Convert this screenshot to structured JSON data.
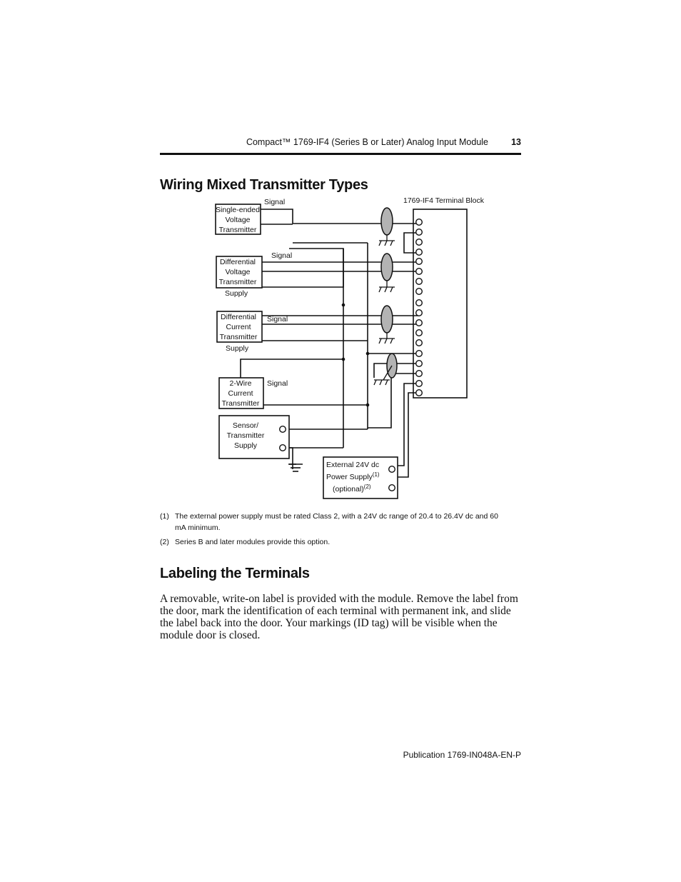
{
  "header": {
    "running_title": "Compact™ 1769-IF4 (Series B or Later) Analog Input Module",
    "page_number": "13"
  },
  "section1": {
    "title": "Wiring Mixed Transmitter Types"
  },
  "diagram": {
    "terminal_block_label": "1769-IF4 Terminal Block",
    "single_ended": [
      "Single-ended",
      "Voltage",
      "Transmitter"
    ],
    "differential_voltage": [
      "Differential",
      "Voltage",
      "Transmitter"
    ],
    "differential_current": [
      "Differential",
      "Current",
      "Transmitter"
    ],
    "two_wire": [
      "2-Wire",
      "Current",
      "Transmitter"
    ],
    "sensor_supply": [
      "Sensor/",
      "Transmitter",
      "Supply"
    ],
    "ext_supply": {
      "line1": "External 24V dc",
      "line2": "Power Supply",
      "line2_sup": "(1)",
      "line3": "(optional)",
      "line3_sup": "(2)"
    },
    "signal_label": "Signal",
    "supply_label": "Supply"
  },
  "footnotes": [
    {
      "num": "(1)",
      "text": "The external power supply must be rated Class 2, with a 24V dc range of 20.4 to 26.4V dc and 60 mA minimum."
    },
    {
      "num": "(2)",
      "text": "Series B and later modules provide this option."
    }
  ],
  "section2": {
    "title": "Labeling the Terminals",
    "body": "A removable, write-on label is provided with the module. Remove the label from the door, mark the identification of each terminal with permanent ink, and slide the label back into the door. Your markings (ID tag) will be visible when the module door is closed."
  },
  "footer": {
    "publication": "Publication 1769-IN048A-EN-P"
  }
}
